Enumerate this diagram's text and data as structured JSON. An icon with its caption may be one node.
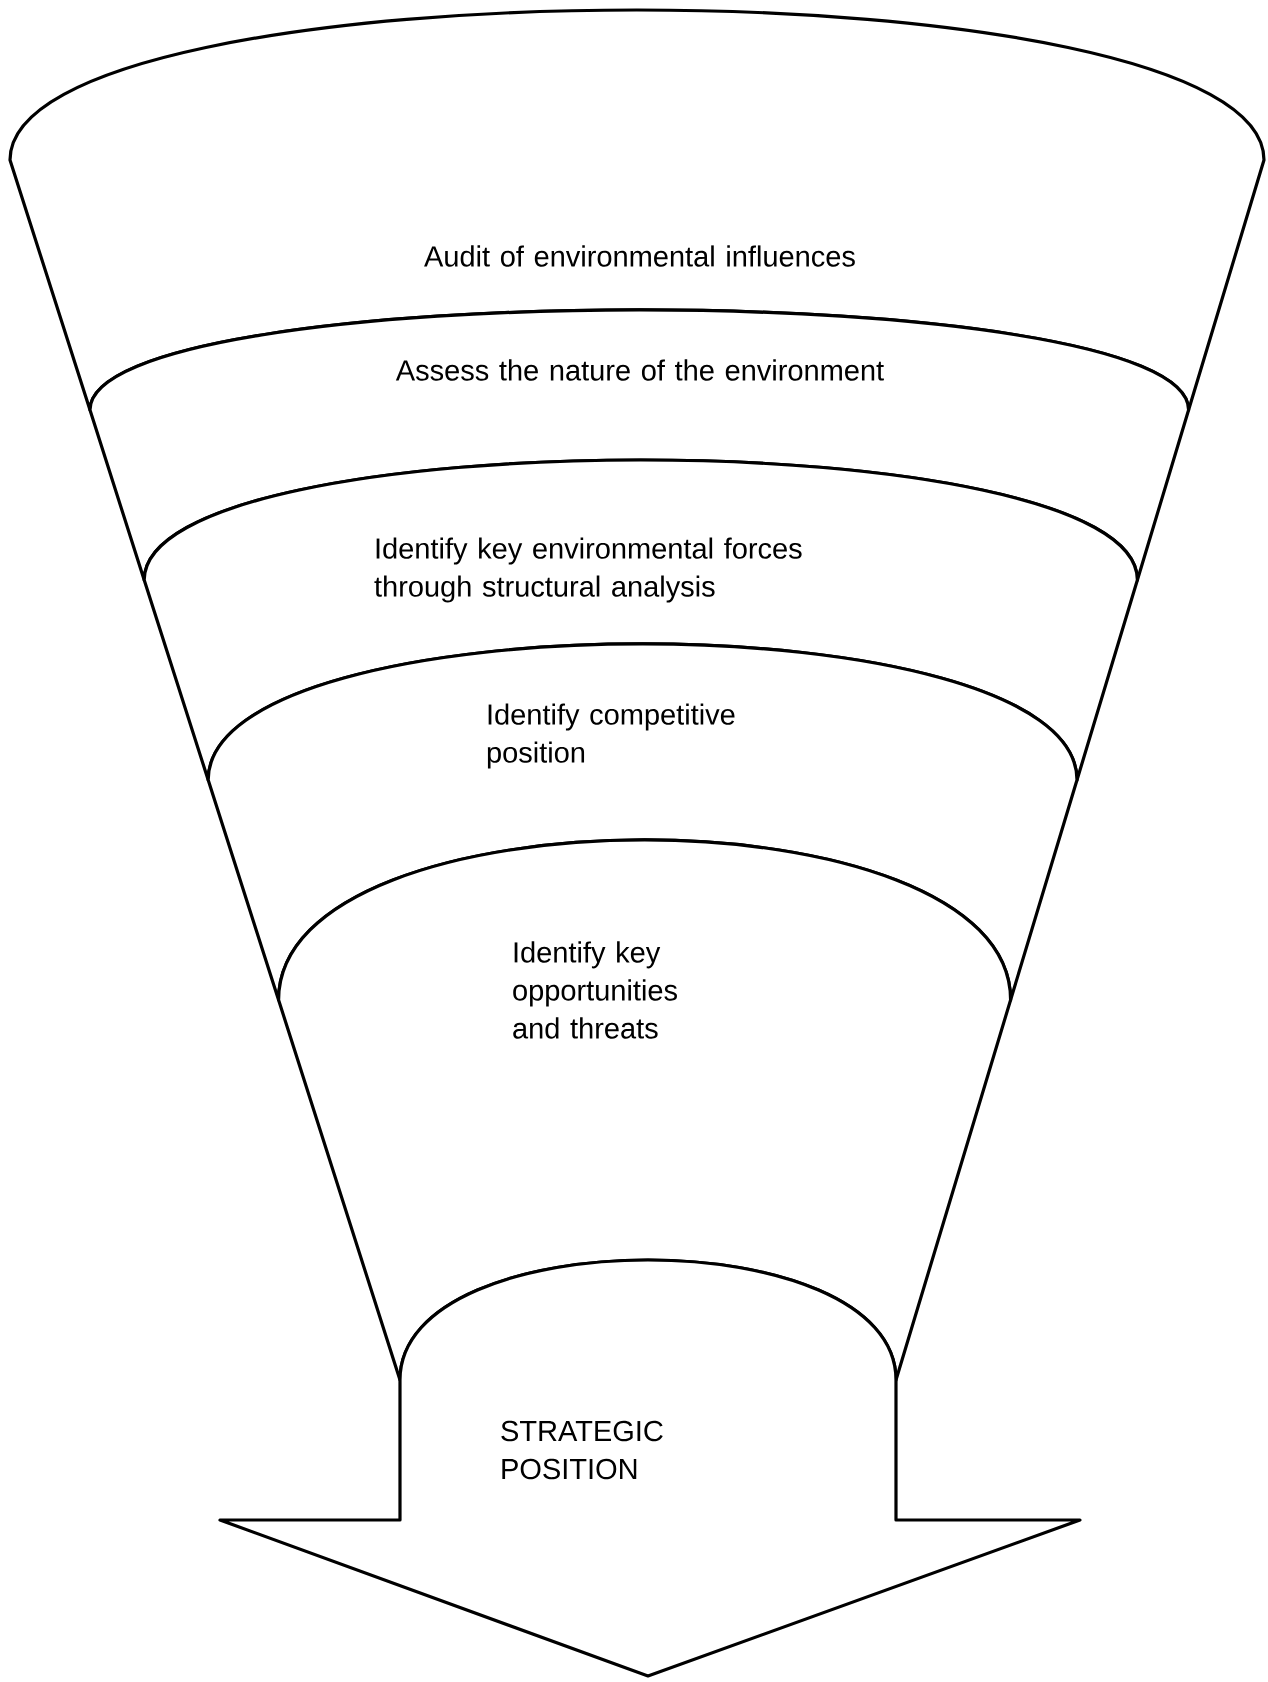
{
  "diagram": {
    "nodes": [
      {
        "text": [
          "Audit of environmental influences"
        ]
      },
      {
        "text": [
          "Assess the nature of the environment"
        ]
      },
      {
        "text": [
          "Identify key environmental forces through structural analysis"
        ]
      },
      {
        "text": [
          "Identify competitive position"
        ]
      },
      {
        "text": [
          "Identify key opportunities and threats"
        ]
      },
      {
        "text": [
          "STRATEGIC POSITION"
        ]
      }
    ]
  }
}
